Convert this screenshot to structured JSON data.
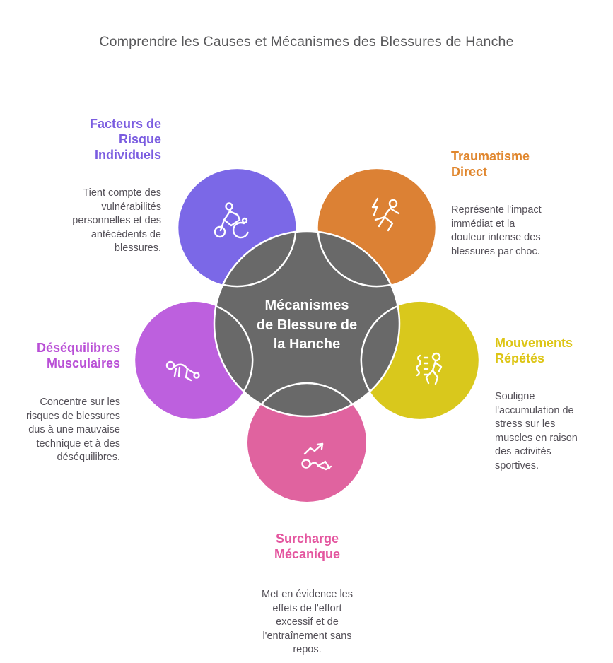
{
  "title": "Comprendre les Causes et Mécanismes des Blessures de Hanche",
  "center": {
    "label": "Mécanismes\nde Blessure de\nla Hanche",
    "fill": "#696969",
    "text_color": "#ffffff",
    "outline_color": "#ffffff"
  },
  "nodes": {
    "risk_factors": {
      "heading": "Facteurs de\nRisque\nIndividuels",
      "body": "Tient compte des\nvulnérabilités\npersonnelles et des\nantécédents de\nblessures.",
      "circle_color": "#7b68e7",
      "heading_color": "#7a5ce0",
      "icon": "cyclist-icon",
      "position": "top-left"
    },
    "direct_trauma": {
      "heading": "Traumatisme\nDirect",
      "body": "Représente l'impact\nimmédiat et la\ndouleur intense des\nblessures par choc.",
      "circle_color": "#dc8134",
      "heading_color": "#e0862d",
      "icon": "impact-fall-icon",
      "position": "top-right"
    },
    "muscle_imbalance": {
      "heading": "Déséquilibres\nMusculaires",
      "body": "Concentre sur les\nrisques de blessures\ndus à une mauvaise\ntechnique et à des\ndéséquilibres.",
      "circle_color": "#bd60de",
      "heading_color": "#b94fd6",
      "icon": "push-up-icon",
      "position": "left"
    },
    "repeated_movements": {
      "heading": "Mouvements\nRépétés",
      "body": "Souligne\nl'accumulation de\nstress sur les\nmuscles en raison\ndes activités\nsportives.",
      "circle_color": "#d9c81c",
      "heading_color": "#ddc514",
      "icon": "repeated-motion-icon",
      "position": "right"
    },
    "mechanical_overload": {
      "heading": "Surcharge\nMécanique",
      "body": "Met en évidence les\neffets de l'effort\nexcessif et de\nl'entraînement sans\nrepos.",
      "circle_color": "#e0639f",
      "heading_color": "#e4569f",
      "icon": "sit-up-arrow-icon",
      "position": "bottom"
    }
  }
}
